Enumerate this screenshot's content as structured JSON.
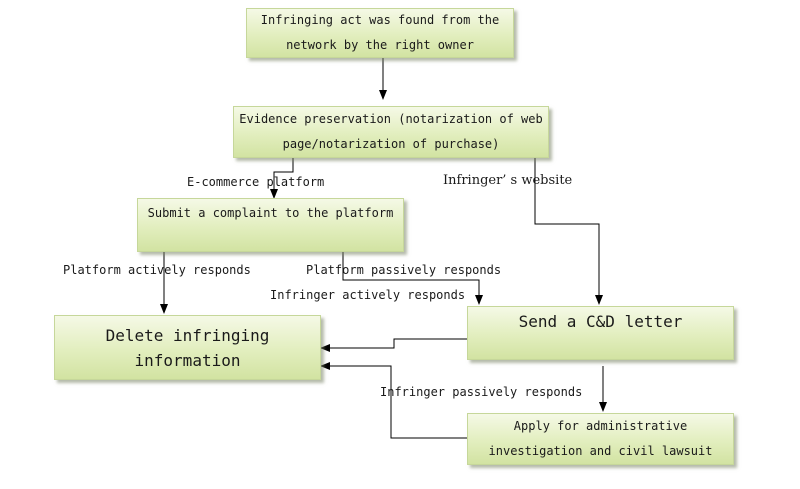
{
  "nodes": {
    "found": "Infringing act was found from the network by the right owner",
    "evidence": "Evidence preservation (notarization of web page/notarization of purchase)",
    "complaint": "Submit a complaint to the platform",
    "delete": "Delete infringing information",
    "cd_letter": "Send a C&D letter",
    "apply": "Apply for administrative investigation and civil lawsuit"
  },
  "labels": {
    "ecommerce": "E-commerce platform",
    "infringer_site": "Infringer’ s website",
    "platform_active": "Platform actively responds",
    "platform_passive": "Platform passively responds",
    "infringer_active": "Infringer actively responds",
    "infringer_passive": "Infringer passively responds"
  }
}
